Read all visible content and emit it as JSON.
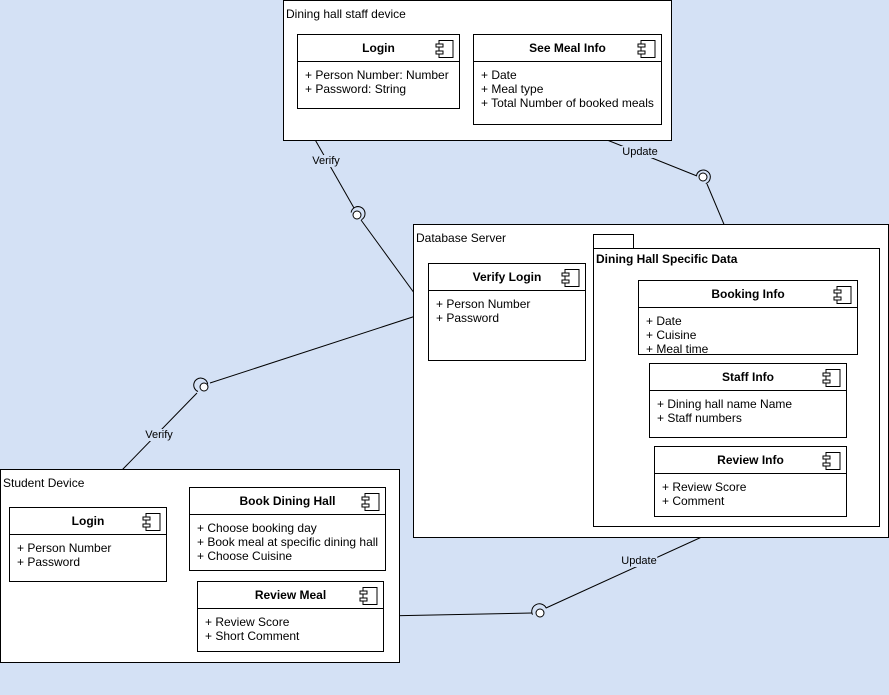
{
  "nodes": {
    "staff_device": {
      "title": "Dining hall staff device",
      "login": {
        "name": "Login",
        "attributes": [
          "+ Person Number: Number",
          "+ Password: String"
        ]
      },
      "see_meal": {
        "name": "See Meal Info",
        "attributes": [
          "+ Date",
          "+ Meal type",
          "+ Total Number of booked meals"
        ]
      }
    },
    "database_server": {
      "title": "Database Server",
      "verify_login": {
        "name": "Verify Login",
        "attributes": [
          "+ Person Number",
          "+ Password"
        ]
      },
      "package": {
        "title": "Dining Hall Specific Data",
        "booking_info": {
          "name": "Booking Info",
          "attributes": [
            "+ Date",
            "+ Cuisine",
            "+ Meal time"
          ]
        },
        "staff_info": {
          "name": "Staff Info",
          "attributes": [
            "+ Dining hall name Name",
            "+ Staff numbers"
          ]
        },
        "review_info": {
          "name": "Review Info",
          "attributes": [
            "+ Review Score",
            "+ Comment"
          ]
        }
      }
    },
    "student_device": {
      "title": "Student Device",
      "login": {
        "name": "Login",
        "attributes": [
          "+ Person Number",
          "+ Password"
        ]
      },
      "book_dining_hall": {
        "name": "Book Dining Hall",
        "attributes": [
          "+ Choose booking day",
          "+ Book meal at specific dining hall",
          "+ Choose Cuisine"
        ]
      },
      "review_meal": {
        "name": "Review Meal",
        "attributes": [
          "+ Review Score",
          "+ Short Comment"
        ]
      }
    }
  },
  "connectors": {
    "staff_verify": "Verify",
    "staff_update": "Update",
    "student_verify": "Verify",
    "student_update": "Update"
  },
  "icons": {
    "component": "uml-component-icon",
    "interface": "required-interface-socket-icon"
  },
  "colors": {
    "background": "#d4e1f5",
    "stroke": "#000000",
    "fill": "#ffffff"
  }
}
